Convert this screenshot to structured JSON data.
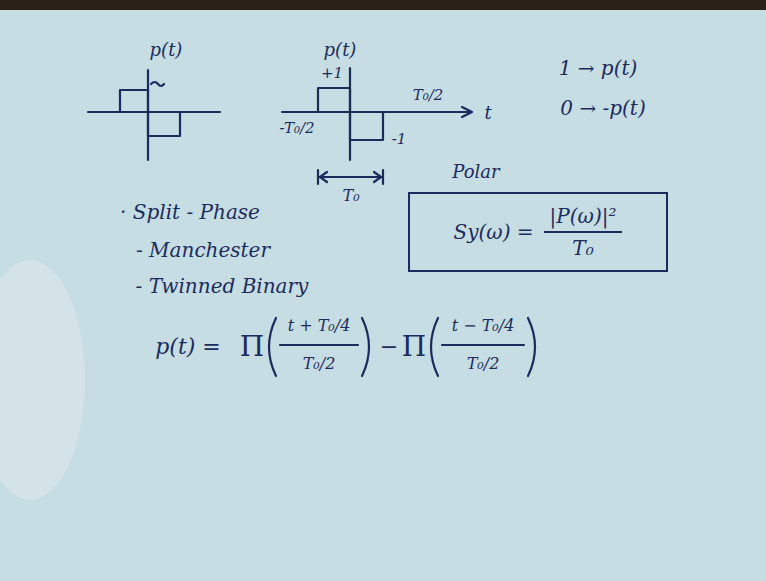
{
  "diagram": {
    "nodes": [
      {
        "text": [
          "Sy(ω) =",
          "|P(ω)|²",
          "T₀"
        ]
      }
    ],
    "labels": [
      "p(t)",
      "p(t)",
      "1 → p(t)",
      "+1",
      "T₀/2",
      "t",
      "0 → -p(t)",
      "-T₀/2",
      "-1",
      "T₀",
      "Polar",
      "· Split - Phase",
      "- Manchester",
      "- Twinned Binary",
      "p(t) =",
      "Π",
      "t + T₀/4",
      "T₀/2",
      "−",
      "Π",
      "t − T₀/4",
      "T₀/2"
    ]
  }
}
